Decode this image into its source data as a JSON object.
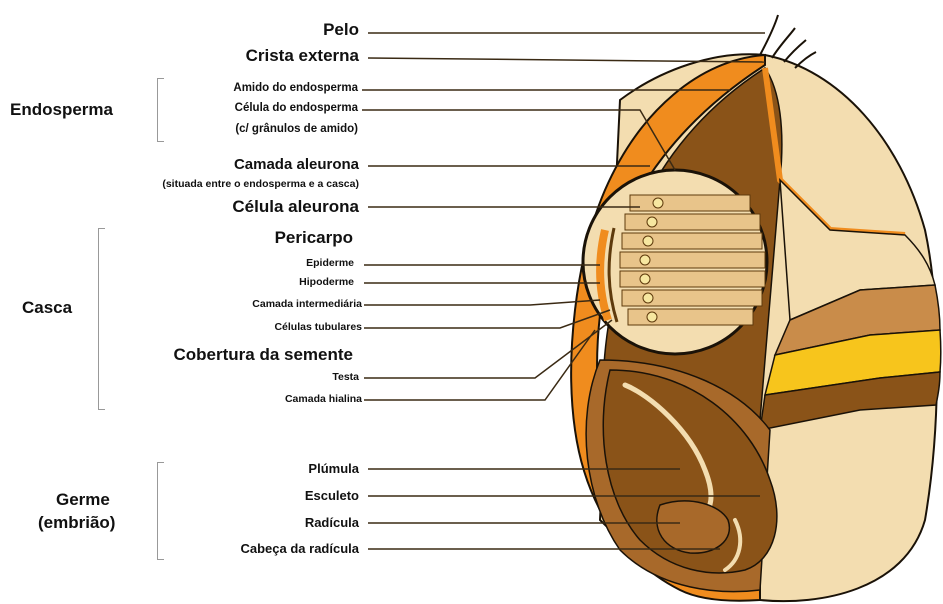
{
  "labels": {
    "pelo": "Pelo",
    "crista": "Crista externa",
    "amido": "Amido do endosperma",
    "celula_endo": "Célula do endosperma",
    "graos": "(c/ grânulos de amido)",
    "camada_aleurona": "Camada aleurona",
    "situada": "(situada entre o endosperma e a casca)",
    "celula_aleurona": "Célula aleurona",
    "pericarpo": "Pericarpo",
    "epiderme": "Epiderme",
    "hipoderme": "Hipoderme",
    "intermediaria": "Camada intermediária",
    "tubulares": "Células tubulares",
    "cobertura": "Cobertura da semente",
    "testa": "Testa",
    "hialina": "Camada hialina",
    "plumula": "Plúmula",
    "escuteto": "Esculeto",
    "radicula": "Radícula",
    "cabeca": "Cabeça da radícula"
  },
  "groups": {
    "endosperma": "Endosperma",
    "casca": "Casca",
    "germe_1": "Germe",
    "germe_2": "(embrião)"
  },
  "colors": {
    "leader": "#3a2a14",
    "outline": "#1a1208",
    "husk_orange": "#f08c1e",
    "pale_bran": "#f3ddb0",
    "endosperm_brown": "#8a5318",
    "dark_brown": "#5e3a0c",
    "germ_brown": "#a8692a",
    "yellow_layer": "#f7c51c"
  }
}
